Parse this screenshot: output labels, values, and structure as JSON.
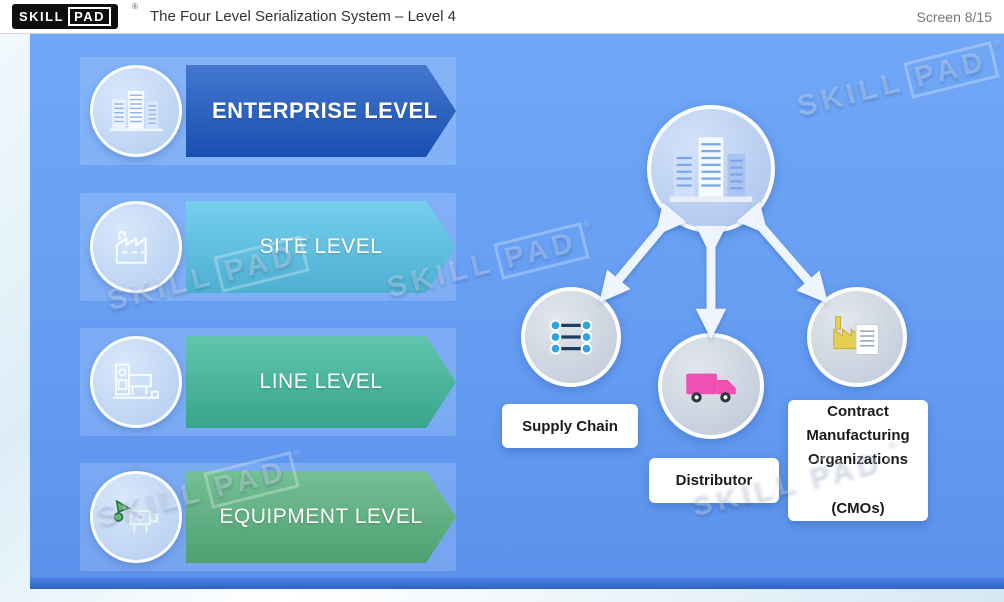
{
  "header": {
    "logo": {
      "skill": "SKILL",
      "pad": "PAD",
      "reg": "®"
    },
    "title": "The Four Level Serialization System – Level 4",
    "screen_counter": "Screen 8/15"
  },
  "levels": [
    {
      "label": "ENTERPRISE LEVEL",
      "color": "#1b59c4",
      "active": true,
      "icon": "buildings-icon"
    },
    {
      "label": "SITE LEVEL",
      "color": "#57c4e9",
      "active": false,
      "icon": "factory-icon"
    },
    {
      "label": "LINE LEVEL",
      "color": "#3eb89c",
      "active": false,
      "icon": "production-line-icon"
    },
    {
      "label": "EQUIPMENT LEVEL",
      "color": "#57b27e",
      "active": false,
      "icon": "equipment-icon"
    }
  ],
  "diagram": {
    "center_icon": "enterprise-buildings-icon",
    "labels": {
      "supply_chain": "Supply Chain",
      "distributor": "Distributor",
      "cmo": "Contract\nManufacturing\nOrganizations\n\n(CMOs)"
    },
    "node_icons": [
      "supply-chain-icon",
      "truck-icon",
      "cmo-factory-document-icon"
    ],
    "arrow_color": "#eef5fe"
  },
  "watermark": {
    "skill": "SKILL",
    "pad": "PAD",
    "reg": "®"
  },
  "colors": {
    "panel_background": "#639bf1",
    "header_background": "#ffffff",
    "truck_pink": "#f04fb4",
    "cmo_yellow": "#e3cf52",
    "supply_dot_blue": "#31a4dd"
  }
}
